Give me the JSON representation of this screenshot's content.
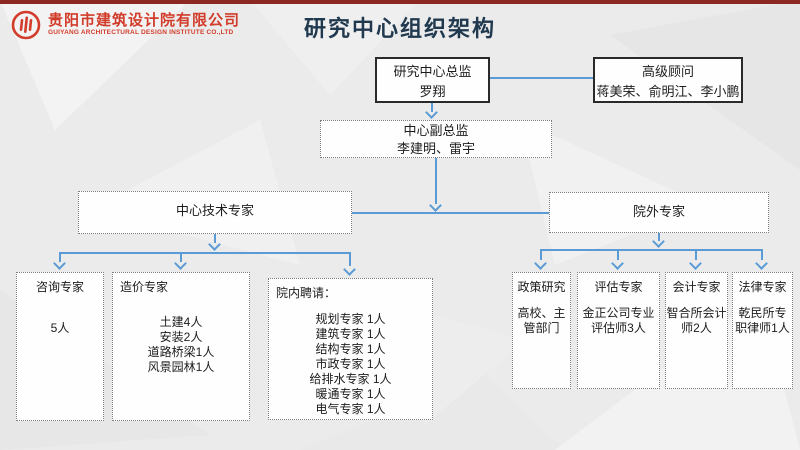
{
  "header": {
    "company_cn": "贵阳市建筑设计院有限公司",
    "company_en": "GUIYANG ARCHITECTURAL DESIGN INSTITUTE CO.,LTD",
    "title": "研究中心组织架构"
  },
  "colors": {
    "topbar_red": "#8c2822",
    "brand_red": "#d23c2a",
    "title_navy": "#20394f",
    "connector_blue": "#5b9bd5"
  },
  "org": {
    "director": {
      "title": "研究中心总监",
      "name": "罗翔"
    },
    "advisor": {
      "title": "高级顾问",
      "names": "蒋美荣、俞明江、李小鹏"
    },
    "deputy": {
      "title": "中心副总监",
      "names": "李建明、雷宇"
    },
    "left_branch": {
      "label": "中心技术专家"
    },
    "right_branch": {
      "label": "院外专家"
    },
    "left_children": [
      {
        "title": "咨询专家",
        "lines": [
          "5人"
        ]
      },
      {
        "title": "造价专家",
        "lines": [
          "土建4人",
          "安装2人",
          "道路桥梁1人",
          "风景园林1人"
        ]
      },
      {
        "title": "院内聘请：",
        "lines": [
          "规划专家 1人",
          "建筑专家 1人",
          "结构专家 1人",
          "市政专家 1人",
          "给排水专家 1人",
          "暖通专家 1人",
          "电气专家 1人"
        ]
      }
    ],
    "right_children": [
      {
        "title": "政策研究",
        "lines": [
          "高校、主管部门"
        ]
      },
      {
        "title": "评估专家",
        "lines": [
          "金正公司专业评估师3人"
        ]
      },
      {
        "title": "会计专家",
        "lines": [
          "智合所会计师2人"
        ]
      },
      {
        "title": "法律专家",
        "lines": [
          "乾民所专职律师1人"
        ]
      }
    ]
  }
}
